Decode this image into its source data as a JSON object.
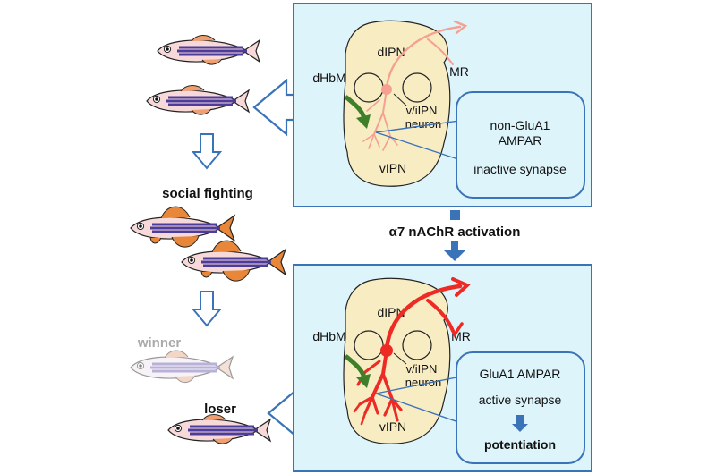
{
  "left": {
    "social_fighting": "social fighting",
    "winner": "winner",
    "loser": "loser"
  },
  "panel_top": {
    "dIPN": "dIPN",
    "vIPN": "vIPN",
    "dHbM": "dHbM",
    "MR": "MR",
    "neuron_line1": "v/iIPN",
    "neuron_line2": "neuron",
    "box_line1": "non-GluA1",
    "box_line2": "AMPAR",
    "box_line3": "inactive synapse"
  },
  "middle": {
    "activation": "α7 nAChR activation"
  },
  "panel_bottom": {
    "dIPN": "dIPN",
    "vIPN": "vIPN",
    "dHbM": "dHbM",
    "MR": "MR",
    "neuron_line1": "v/iIPN",
    "neuron_line2": "neuron",
    "box_line1": "GluA1 AMPAR",
    "box_line2": "active synapse",
    "box_line3": "potentiation"
  },
  "colors": {
    "panel_fill": "#ddf4fb",
    "panel_border": "#3b73b9",
    "ipn_fill": "#f8ecc3",
    "inactive_neuron": "#f5a090",
    "active_neuron": "#ee2a24",
    "input_arrow": "#3f7f2a",
    "fish_stripe": "#4d3d9a",
    "fish_fin": "#e8863a"
  }
}
